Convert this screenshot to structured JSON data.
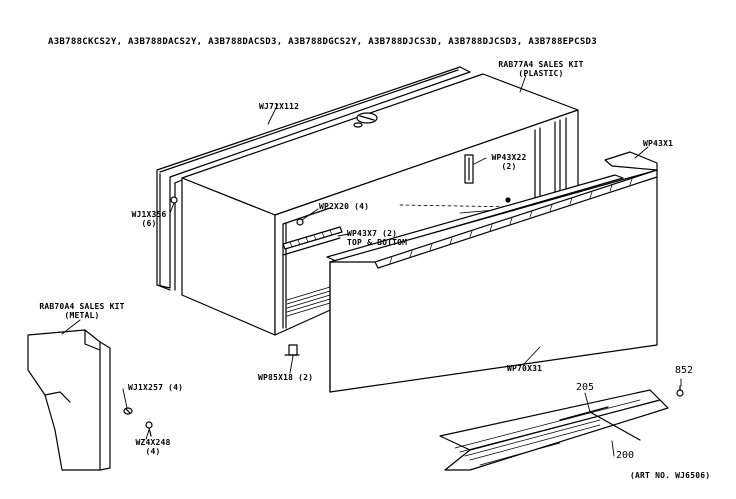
{
  "title": "A3B788CKCS2Y, A3B788DACS2Y, A3B788DACSD3, A3B788DGCS2Y, A3B788DJCS3D, A3B788DJCSD3, A3B788EPCSD3",
  "labels": {
    "sales_kit_plastic": "RAB77A4 SALES KIT",
    "sales_kit_plastic_sub": "(PLASTIC)",
    "wj71x112": "WJ71X112",
    "wp43x22": "WP43X22",
    "wp43x22_qty": "(2)",
    "wp43x1": "WP43X1",
    "wj1x356": "WJ1X356",
    "wj1x356_qty": "(6)",
    "wp2x20": "WP2X20 (4)",
    "wp43x7": "WP43X7 (2)",
    "wp43x7_sub": "TOP & BOTTOM",
    "sales_kit_metal": "RAB70A4 SALES KIT",
    "sales_kit_metal_sub": "(METAL)",
    "wj1x257": "WJ1X257 (4)",
    "wz4x248": "WZ4X248",
    "wz4x248_qty": "(4)",
    "wp85x18": "WP85X18 (2)",
    "wp70x31": "WP70X31",
    "p205": "205",
    "p200": "200",
    "p852": "852",
    "art_no": "(ART NO. WJ6506)"
  }
}
